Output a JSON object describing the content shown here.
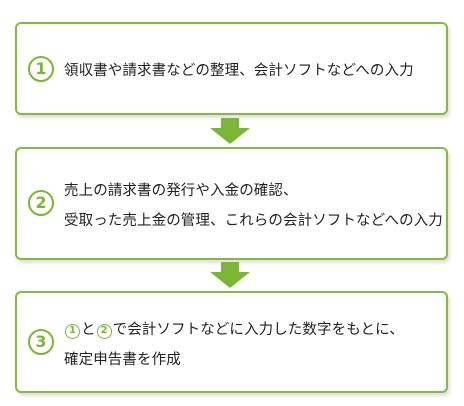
{
  "colors": {
    "accent": "#7cb635",
    "border": "#82bc3e",
    "arrow": "#7cb635",
    "text": "#222222"
  },
  "steps": [
    {
      "number": "1",
      "lines": [
        "領収書や請求書などの整理、会計ソフトなどへの入力"
      ]
    },
    {
      "number": "2",
      "lines": [
        "売上の請求書の発行や入金の確認、",
        "受取った売上金の管理、これらの会計ソフトなどへの入力"
      ]
    },
    {
      "number": "3",
      "ref_a": "1",
      "joiner": "と",
      "ref_b": "2",
      "line1_rest": "で会計ソフトなどに入力した数字をもとに、",
      "line2": "確定申告書を作成"
    }
  ]
}
